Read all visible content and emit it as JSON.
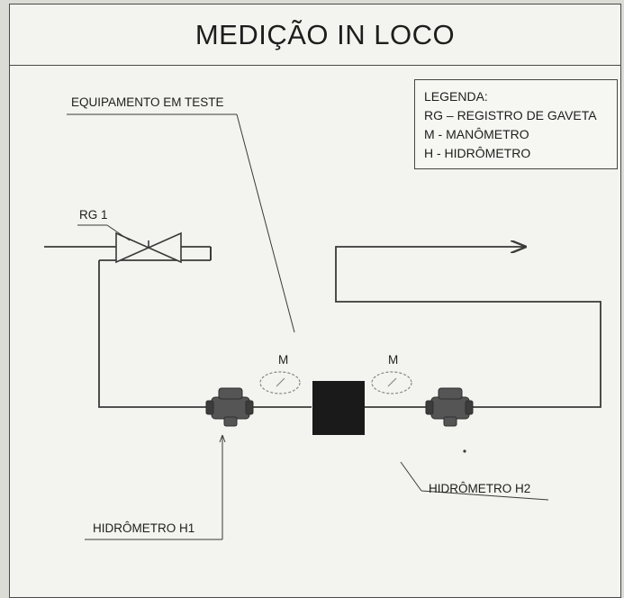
{
  "title": "MEDIÇÃO IN LOCO",
  "legend": {
    "heading": "LEGENDA:",
    "items": [
      "RG – REGISTRO DE GAVETA",
      "M - MANÔMETRO",
      "H - HIDRÔMETRO"
    ]
  },
  "labels": {
    "equipment": "EQUIPAMENTO EM TESTE",
    "valve": "RG 1",
    "gauge_1": "M",
    "gauge_2": "M",
    "meter_h1": "HIDRÔMETRO H1",
    "meter_h2": "HIDRÔMETRO H2"
  },
  "colors": {
    "line": "#3a3a3a",
    "equipment": "#1a1a1a",
    "meter": "#444444",
    "gauge": "#888888"
  },
  "icons": [
    "gate-valve-icon",
    "pressure-gauge-icon",
    "water-meter-icon",
    "flow-arrow-icon"
  ]
}
